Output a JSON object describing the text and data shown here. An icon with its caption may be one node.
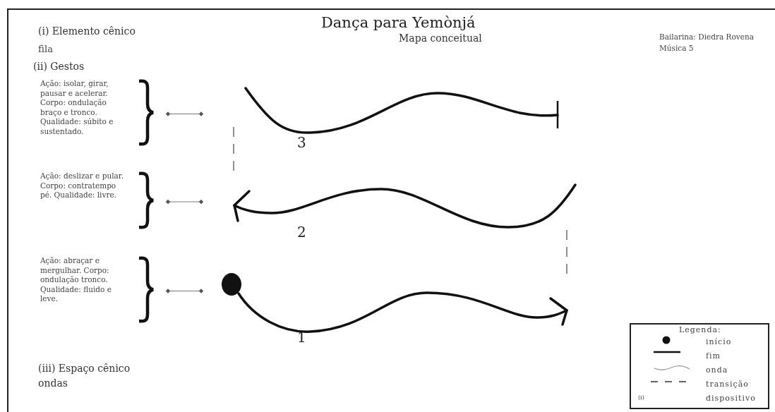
{
  "diagram": {
    "title": "Dança para Yemònjá",
    "nodes": [
      {
        "text": [
          "Ação: isolar, girar, pausar e acelerar. Corpo: ondulação braço e tronco. Qualidade: súbito e sustentado."
        ]
      },
      {
        "text": [
          "Ação: deslizar e pular. Corpo: contratempo pé. Qualidade: livre."
        ]
      },
      {
        "text": [
          "Ação: abraçar e mergulhar. Corpo: ondulação tronco. Qualidade: fluido e leve."
        ]
      }
    ],
    "edges": [
      {
        "from": 0,
        "to": null,
        "arrow": "other"
      },
      {
        "from": 1,
        "to": null,
        "arrow": "other"
      },
      {
        "from": 2,
        "to": null,
        "arrow": "other"
      }
    ],
    "labels": [
      "(i) Elemento cênico",
      "fìla",
      "Mapa conceitual",
      "Bailarina: Diedra Rovena",
      "Música 5",
      "(ii) Gestos",
      "3",
      "2",
      "1",
      "(iii) Espaço cênico",
      "ondas",
      "Legenda:",
      "(i)"
    ],
    "legend": [
      {
        "text": "início"
      },
      {
        "text": "fim"
      },
      {
        "text": "onda"
      },
      {
        "text": "transição"
      },
      {
        "text": "dispositivo"
      }
    ]
  }
}
